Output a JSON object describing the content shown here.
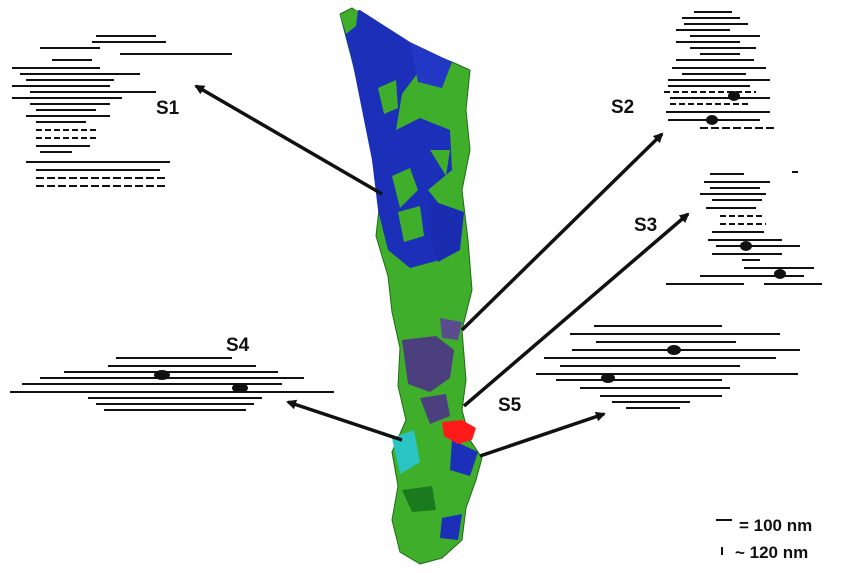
{
  "labels": {
    "s1": "S1",
    "s2": "S2",
    "s3": "S3",
    "s4": "S4",
    "s5": "S5"
  },
  "legend": {
    "horizontal_text": "= 100 nm",
    "vertical_text": "~ 120 nm"
  },
  "colors": {
    "fiber_green": "#3fae2a",
    "fiber_blue": "#1c2fb8",
    "fiber_purple": "#4b3f7d",
    "fiber_cyan": "#2bc4c4",
    "marker_red": "#ff1a1a",
    "lines": "#111111"
  }
}
